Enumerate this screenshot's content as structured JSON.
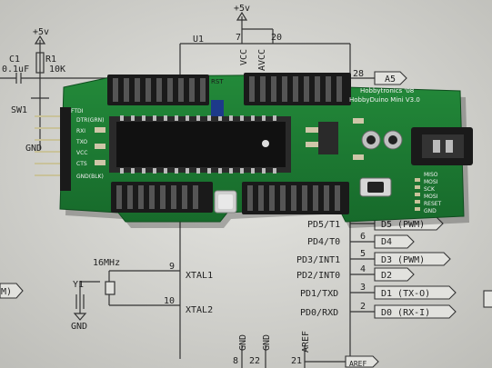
{
  "schematic": {
    "top_supply": "+5v",
    "chip_ref": "U1",
    "pin_vcc_num": "7",
    "pin_avcc_num": "20",
    "pin_vcc": "VCC",
    "pin_avcc": "AVCC",
    "pin_28": "28",
    "net_a5": "A5",
    "left_supply": "+5v",
    "c1_ref": "C1",
    "c1_val": "0.1uF",
    "r1_ref": "R1",
    "r1_val": "10K",
    "sw_ref": "SW1",
    "gnd_left": "GND",
    "pwm_left": "M)",
    "crystal_freq": "16MHz",
    "crystal_ref": "Y1",
    "gnd_crystal": "GND",
    "pin_9": "9",
    "pin_10": "10",
    "xtal1": "XTAL1",
    "xtal2": "XTAL2",
    "pins_right": [
      {
        "name": "PD5/T1",
        "num": "",
        "net": "D5 (PWM)"
      },
      {
        "name": "PD4/T0",
        "num": "6",
        "net": "D4"
      },
      {
        "name": "PD3/INT1",
        "num": "5",
        "net": "D3 (PWM)"
      },
      {
        "name": "PD2/INT0",
        "num": "4",
        "net": "D2"
      },
      {
        "name": "PD1/TXD",
        "num": "3",
        "net": "D1 (TX-O)"
      },
      {
        "name": "PD0/RXD",
        "num": "2",
        "net": "D0 (RX-I)"
      }
    ],
    "bottom_labels": [
      "GND",
      "GND",
      "AREF"
    ],
    "bottom_pins": [
      "8",
      "22",
      "21"
    ],
    "aref_net": "AREF"
  },
  "board": {
    "brand_line1": "Hobbytronics '08",
    "brand_line2": "HobbyDuino Mini V3.0",
    "ftdi_header": "FTDI",
    "ftdi_pins": [
      "DTR(GRN)",
      "RXI",
      "TXO",
      "VCC",
      "CTS",
      "GND(BLK)"
    ],
    "isp_pins": [
      "MISO",
      "MOSI",
      "SCK",
      "MOSI",
      "RESET",
      "GND"
    ],
    "rst_label": "RST"
  },
  "colors": {
    "pcb": "#1f7a33",
    "pcb_dark": "#145a24",
    "paper": "#dcdcd8",
    "header_black": "#1a1a1a",
    "pin_gold": "#c9c29a"
  }
}
